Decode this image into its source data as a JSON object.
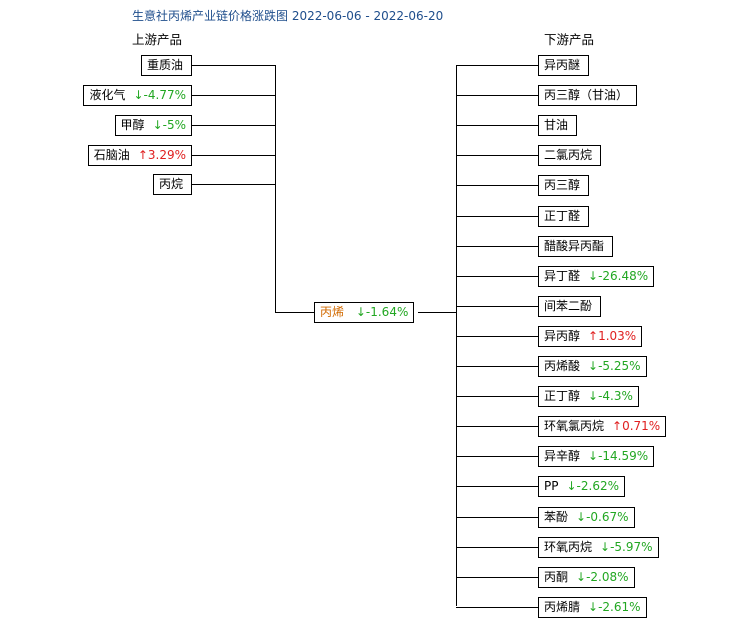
{
  "title": "生意社丙烯产业链价格涨跌图 2022-06-06 - 2022-06-20",
  "upstream_label": "上游产品",
  "downstream_label": "下游产品",
  "center": {
    "name": "丙烯",
    "arrow": "↓",
    "change": "-1.64%",
    "dir": "down"
  },
  "upstream": [
    {
      "name": "重质油",
      "arrow": "",
      "change": "",
      "dir": ""
    },
    {
      "name": "液化气",
      "arrow": "↓",
      "change": "-4.77%",
      "dir": "down"
    },
    {
      "name": "甲醇",
      "arrow": "↓",
      "change": "-5%",
      "dir": "down"
    },
    {
      "name": "石脑油",
      "arrow": "↑",
      "change": "3.29%",
      "dir": "up"
    },
    {
      "name": "丙烷",
      "arrow": "",
      "change": "",
      "dir": ""
    }
  ],
  "downstream": [
    {
      "name": "异丙醚",
      "arrow": "",
      "change": "",
      "dir": ""
    },
    {
      "name": "丙三醇（甘油）",
      "arrow": "",
      "change": "",
      "dir": ""
    },
    {
      "name": "甘油",
      "arrow": "",
      "change": "",
      "dir": ""
    },
    {
      "name": "二氯丙烷",
      "arrow": "",
      "change": "",
      "dir": ""
    },
    {
      "name": "丙三醇",
      "arrow": "",
      "change": "",
      "dir": ""
    },
    {
      "name": "正丁醛",
      "arrow": "",
      "change": "",
      "dir": ""
    },
    {
      "name": "醋酸异丙酯",
      "arrow": "",
      "change": "",
      "dir": ""
    },
    {
      "name": "异丁醛",
      "arrow": "↓",
      "change": "-26.48%",
      "dir": "down"
    },
    {
      "name": "间苯二酚",
      "arrow": "",
      "change": "",
      "dir": ""
    },
    {
      "name": "异丙醇",
      "arrow": "↑",
      "change": "1.03%",
      "dir": "up"
    },
    {
      "name": "丙烯酸",
      "arrow": "↓",
      "change": "-5.25%",
      "dir": "down"
    },
    {
      "name": "正丁醇",
      "arrow": "↓",
      "change": "-4.3%",
      "dir": "down"
    },
    {
      "name": "环氧氯丙烷",
      "arrow": "↑",
      "change": "0.71%",
      "dir": "up"
    },
    {
      "name": "异辛醇",
      "arrow": "↓",
      "change": "-14.59%",
      "dir": "down"
    },
    {
      "name": "PP",
      "arrow": "↓",
      "change": "-2.62%",
      "dir": "down"
    },
    {
      "name": "苯酚",
      "arrow": "↓",
      "change": "-0.67%",
      "dir": "down"
    },
    {
      "name": "环氧丙烷",
      "arrow": "↓",
      "change": "-5.97%",
      "dir": "down"
    },
    {
      "name": "丙酮",
      "arrow": "↓",
      "change": "-2.08%",
      "dir": "down"
    },
    {
      "name": "丙烯腈",
      "arrow": "↓",
      "change": "-2.61%",
      "dir": "down"
    }
  ]
}
